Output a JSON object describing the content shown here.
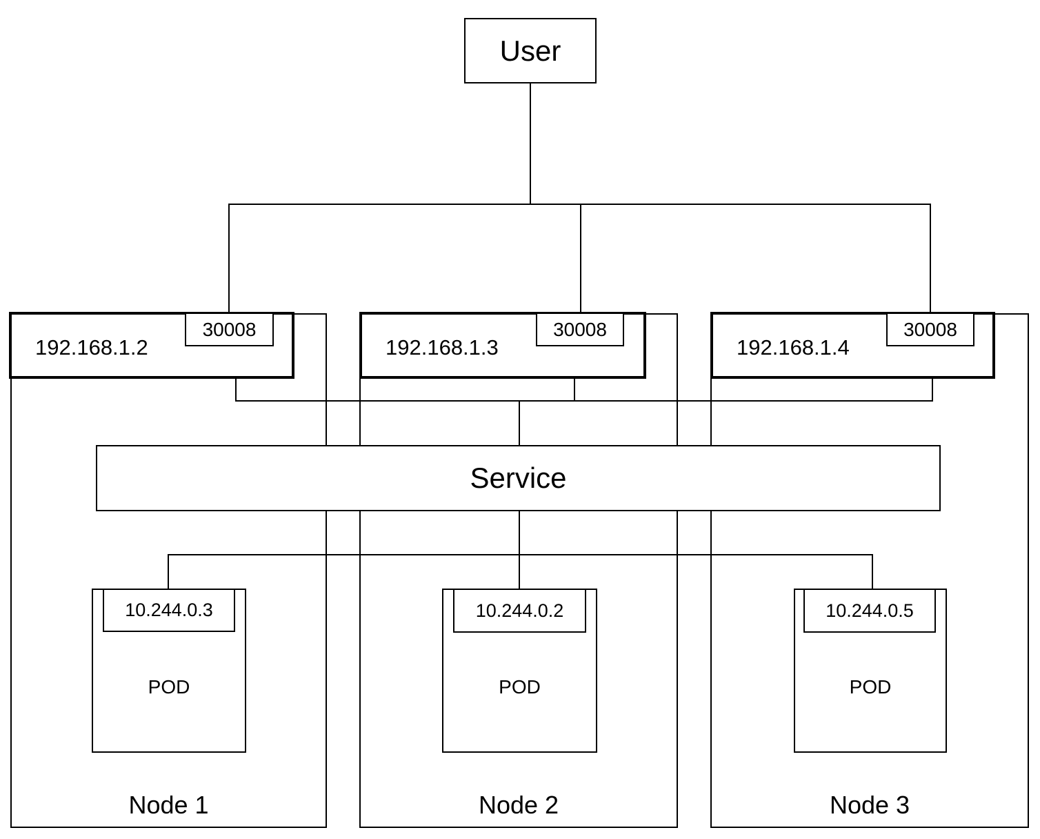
{
  "diagram": {
    "title": "kubernetes-nodeport-service-diagram",
    "colors": {
      "line": "#000000",
      "background": "#ffffff"
    },
    "user": {
      "label": "User"
    },
    "service": {
      "label": "Service"
    },
    "nodes": [
      {
        "name": "Node 1",
        "ip": "192.168.1.2",
        "port": "30008",
        "pod": {
          "label": "POD",
          "ip": "10.244.0.3"
        }
      },
      {
        "name": "Node 2",
        "ip": "192.168.1.3",
        "port": "30008",
        "pod": {
          "label": "POD",
          "ip": "10.244.0.2"
        }
      },
      {
        "name": "Node 3",
        "ip": "192.168.1.4",
        "port": "30008",
        "pod": {
          "label": "POD",
          "ip": "10.244.0.5"
        }
      }
    ]
  }
}
